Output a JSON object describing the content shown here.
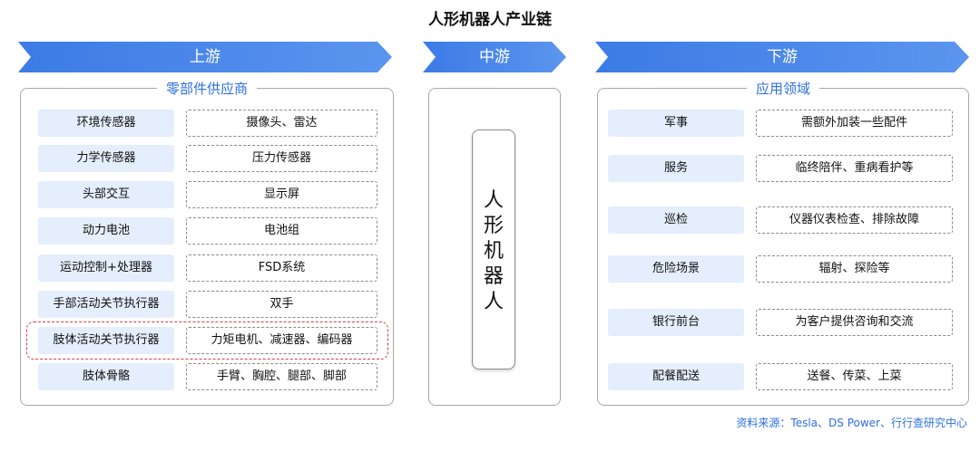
{
  "title": "人形机器人产业链",
  "banners": {
    "upstream": "上游",
    "midstream": "中游",
    "downstream": "下游"
  },
  "upstream": {
    "panel_title": "零部件供应商",
    "rows": [
      {
        "component": "环境传感器",
        "detail": "摄像头、雷达"
      },
      {
        "component": "力学传感器",
        "detail": "压力传感器"
      },
      {
        "component": "头部交互",
        "detail": "显示屏"
      },
      {
        "component": "动力电池",
        "detail": "电池组"
      },
      {
        "component": "运动控制+处理器",
        "detail": "FSD系统"
      },
      {
        "component": "手部活动关节执行器",
        "detail": "双手"
      },
      {
        "component": "肢体活动关节执行器",
        "detail": "力矩电机、减速器、编码器"
      },
      {
        "component": "肢体骨骼",
        "detail": "手臂、胸腔、腿部、脚部"
      }
    ],
    "highlighted_row": "肢体活动关节执行器"
  },
  "midstream": {
    "chars": [
      "人",
      "形",
      "机",
      "器",
      "人"
    ]
  },
  "downstream": {
    "panel_title": "应用领域",
    "rows": [
      {
        "field": "军事",
        "detail": "需额外加装一些配件"
      },
      {
        "field": "服务",
        "detail": "临终陪伴、重病看护等"
      },
      {
        "field": "巡检",
        "detail": "仪器仪表检查、排除故障"
      },
      {
        "field": "危险场景",
        "detail": "辐射、探险等"
      },
      {
        "field": "银行前台",
        "detail": "为客户提供咨询和交流"
      },
      {
        "field": "配餐配送",
        "detail": "送餐、传菜、上菜"
      }
    ]
  },
  "source": "资料来源：Tesla、DS Power、行行查研究中心",
  "colors": {
    "banner": "#4A86E8",
    "accent": "#2E6FE0",
    "row_fill": "#E4EEFC",
    "highlight": "#E0393E"
  }
}
